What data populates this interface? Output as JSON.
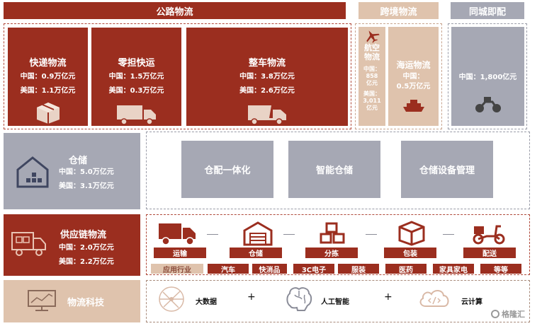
{
  "headers": {
    "road": "公路物流",
    "cross": "跨境物流",
    "city": "同城即配"
  },
  "road": [
    {
      "title": "快递物流",
      "china": "中国：0.9万亿元",
      "us": "美国：1.1万亿元",
      "icon": "package-icon"
    },
    {
      "title": "零担快运",
      "china": "中国：1.5万亿元",
      "us": "美国：0.3万亿元",
      "icon": "truck-icon"
    },
    {
      "title": "整车物流",
      "china": "中国：3.8万亿元",
      "us": "美国：2.6万亿元",
      "icon": "dump-truck-icon"
    }
  ],
  "air": {
    "title_lines": [
      "航空",
      "物流"
    ],
    "china_lines": [
      "中国：",
      "858",
      "亿元"
    ],
    "us_lines": [
      "美国：",
      "3,011",
      "亿元"
    ]
  },
  "sea": {
    "title": "海运物流",
    "china": "中国：",
    "value": "0.5万亿元"
  },
  "city_box": {
    "china": "中国：1,800亿元"
  },
  "warehouse": {
    "title": "仓储",
    "china": "中国：5.0万亿元",
    "us": "美国：3.1万亿元"
  },
  "warehouse_features": [
    "仓配一体化",
    "智能仓储",
    "仓储设备管理"
  ],
  "supply": {
    "title": "供应链物流",
    "china": "中国：2.0万亿元",
    "us": "美国：2.2万亿元"
  },
  "steps": [
    "运输",
    "仓储",
    "分拣",
    "包装",
    "配送"
  ],
  "industries": [
    "应用行业",
    "汽车",
    "快消品",
    "3C电子",
    "服装",
    "医药",
    "家具家电",
    "等等"
  ],
  "tech": {
    "title": "物流科技",
    "items": [
      "大数据",
      "人工智能",
      "云计算"
    ],
    "plus": "+"
  },
  "watermark": "格隆汇",
  "colors": {
    "red": "#9b2e1f",
    "tan": "#dfc3ad",
    "gray": "#a6a8b4"
  }
}
